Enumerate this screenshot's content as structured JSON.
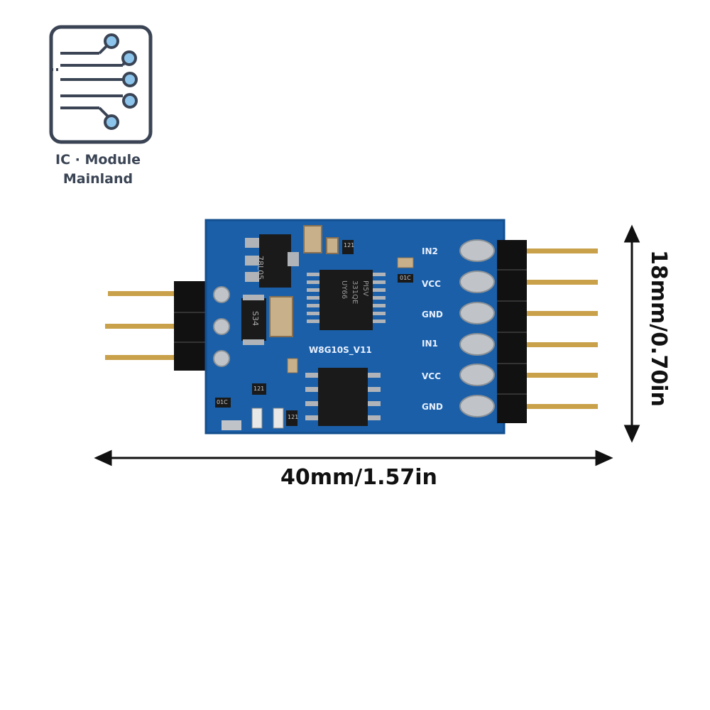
{
  "logo": {
    "line1": "IC · Module",
    "line2": "Mainland",
    "icon": "circuit-board-icon"
  },
  "board": {
    "silkscreen_model": "W8G10S_V11",
    "pin_labels": [
      "IN2",
      "VCC",
      "GND",
      "IN1",
      "VCC",
      "GND"
    ],
    "regulator_marking": "78L05",
    "diode_marking": "S34",
    "chip_marking": [
      "PI5V",
      "331QE",
      "UY66"
    ],
    "resistor_markings": [
      "01C",
      "01C",
      "121",
      "121",
      "121"
    ]
  },
  "dimensions": {
    "width": "40mm/1.57in",
    "height": "18mm/0.70in"
  },
  "colors": {
    "pcb": "#1a5fa8",
    "pin_gold": "#c9a14a",
    "header_black": "#111111",
    "logo_blue": "#5aa0d8"
  }
}
